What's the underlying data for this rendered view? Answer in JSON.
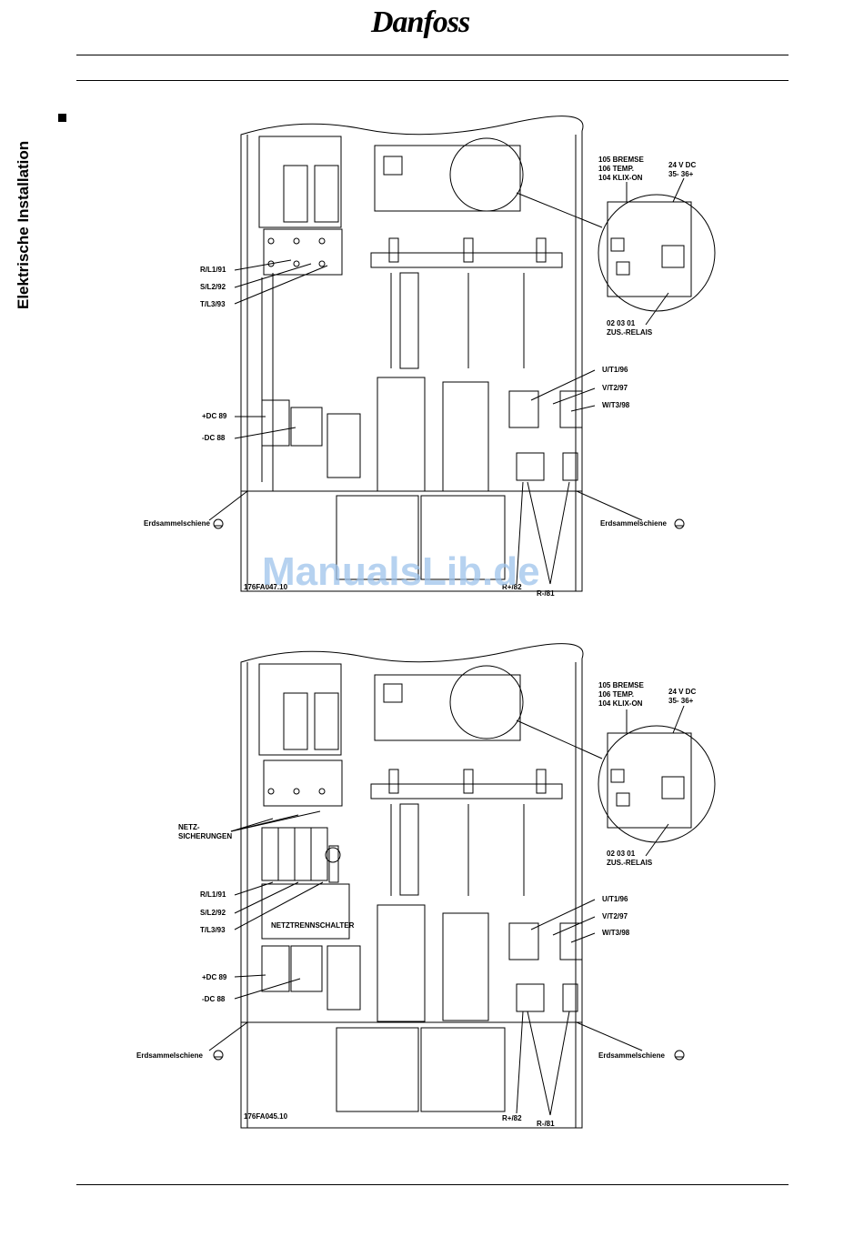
{
  "header": {
    "logo": "Danfoss"
  },
  "side_label": "Elektrische Installation",
  "watermark": "ManualsLib.de",
  "diagram1": {
    "code": "176FA047.10",
    "left_labels": [
      "R/L1/91",
      "S/L2/92",
      "T/L3/93",
      "+DC 89",
      "-DC 88"
    ],
    "right_labels": [
      "U/T1/96",
      "V/T2/97",
      "W/T3/98"
    ],
    "relay_top": [
      "105 BREMSE",
      "106 TEMP.",
      "104 KLIX-ON"
    ],
    "dc_label": "24 V DC",
    "dc_terminals": "35-   36+",
    "relay_bottom": [
      "02 03 01",
      "ZUS.-RELAIS"
    ],
    "ground_left": "Erdsammelschiene",
    "ground_right": "Erdsammelschiene",
    "brake_plus": "R+/82",
    "brake_minus": "R-/81"
  },
  "diagram2": {
    "code": "176FA045.10",
    "left_labels": [
      "R/L1/91",
      "S/L2/92",
      "T/L3/93",
      "+DC 89",
      "-DC 88"
    ],
    "fuses": [
      "NETZ-",
      "SICHERUNGEN"
    ],
    "disconnect": "NETZTRENNSCHALTER",
    "right_labels": [
      "U/T1/96",
      "V/T2/97",
      "W/T3/98"
    ],
    "relay_top": [
      "105 BREMSE",
      "106 TEMP.",
      "104 KLIX-ON"
    ],
    "dc_label": "24 V DC",
    "dc_terminals": "35-   36+",
    "relay_bottom": [
      "02 03 01",
      "ZUS.-RELAIS"
    ],
    "ground_left": "Erdsammelschiene",
    "ground_right": "Erdsammelschiene",
    "brake_plus": "R+/82",
    "brake_minus": "R-/81"
  }
}
